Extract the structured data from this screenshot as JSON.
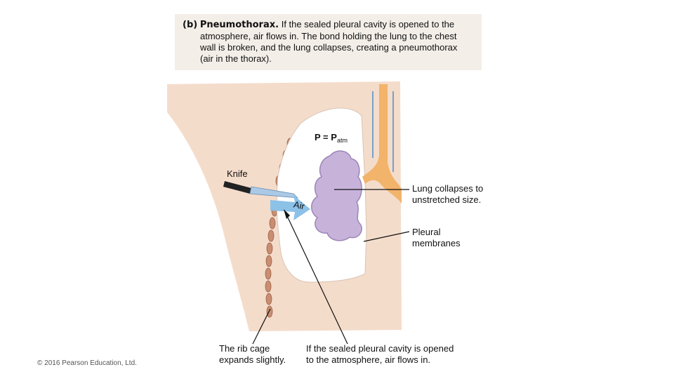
{
  "caption": {
    "label": "(b)",
    "title": "Pneumothorax.",
    "line1": "If the sealed pleural cavity is opened to the",
    "line2": "atmosphere, air flows in. The bond holding the lung to the chest",
    "line3": "wall is broken, and the lung collapses, creating a pneumothorax",
    "line4": "(air in the thorax)."
  },
  "labels": {
    "pressure_main": "P = P",
    "pressure_sub": "atm",
    "knife": "Knife",
    "air": "Air",
    "lung_collapses": [
      "Lung collapses to",
      "unstretched size."
    ],
    "pleural_membranes": [
      "Pleural",
      "membranes"
    ],
    "rib_cage": [
      "The rib cage",
      "expands slightly."
    ],
    "pleural_opened": [
      "If the sealed pleural cavity is opened",
      "to the atmosphere, air flows in."
    ]
  },
  "footer": {
    "copyright": "© 2016 Pearson Education, Ltd."
  },
  "colors": {
    "caption_bg": "#f3eee8",
    "tissue": "#f4dccb",
    "lung": "#c7b3da",
    "airway": "#f2b36a",
    "air_arrow": "#8cc1e8",
    "rib": "#c98e72",
    "cavity": "#ffffff"
  }
}
